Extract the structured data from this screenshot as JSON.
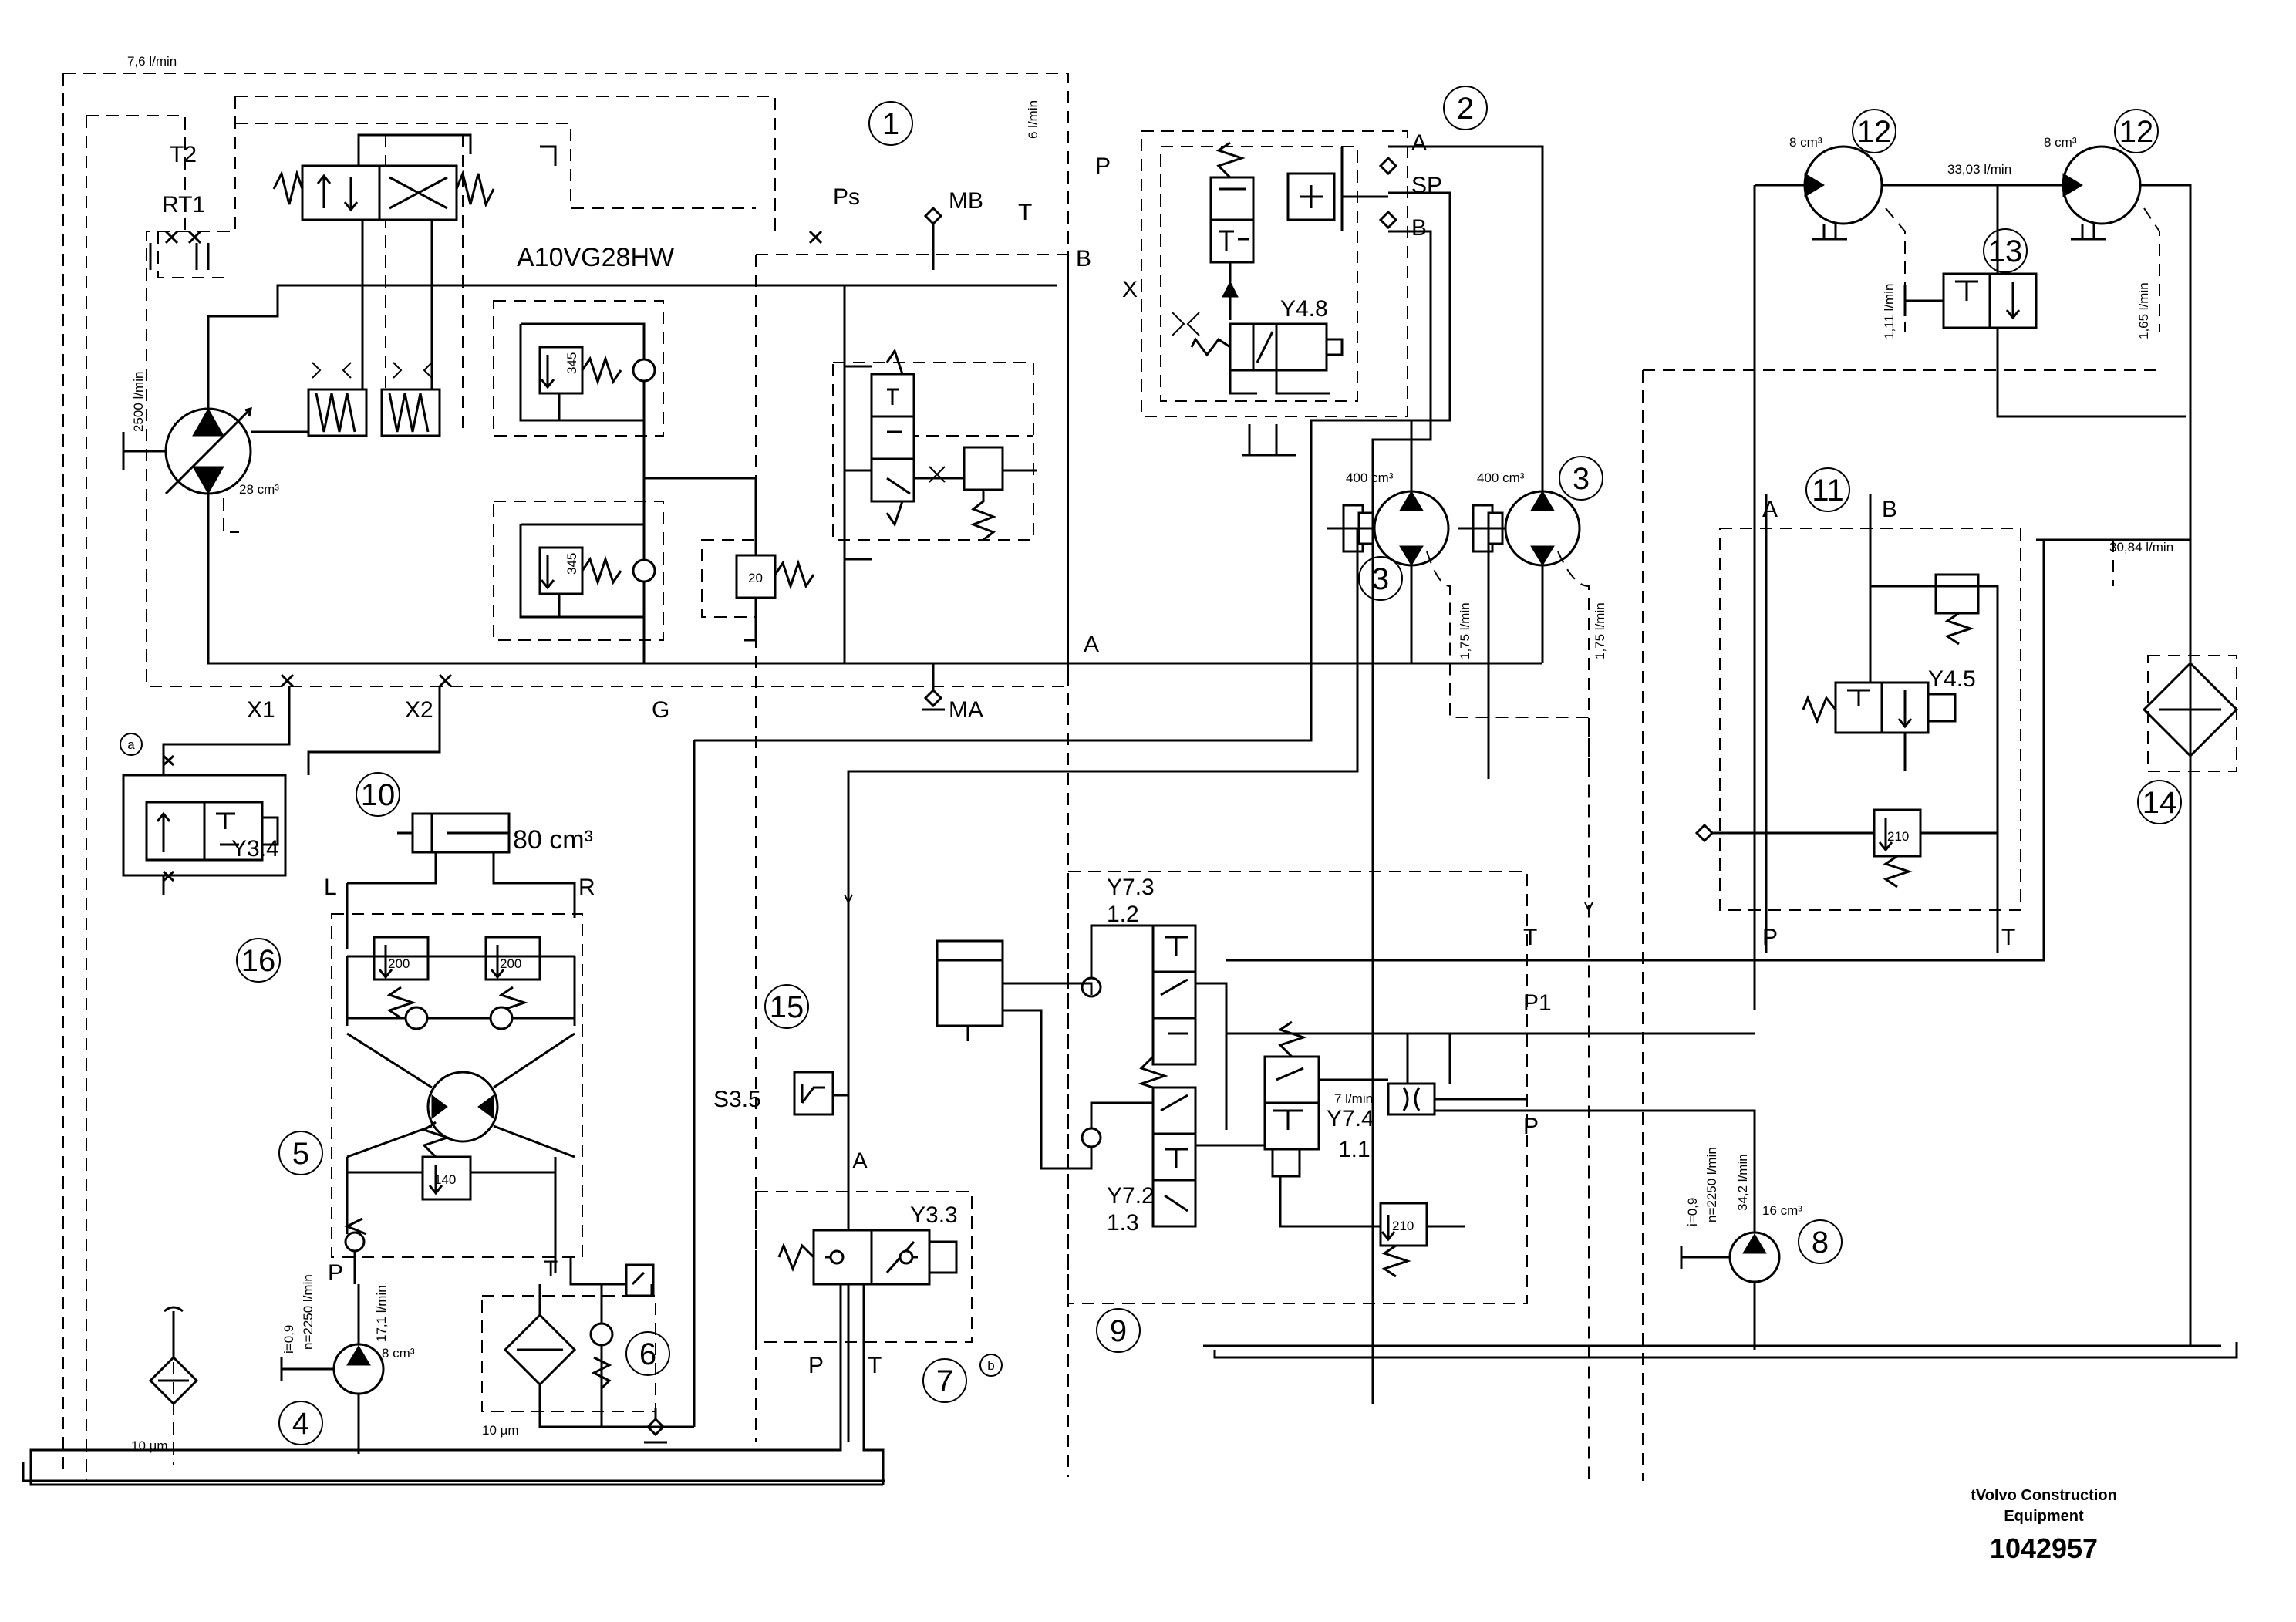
{
  "numbers": [
    "1",
    "2",
    "3",
    "3",
    "4",
    "5",
    "6",
    "7",
    "8",
    "9",
    "10",
    "11",
    "12",
    "12",
    "13",
    "14",
    "15",
    "16"
  ],
  "sub_letters": {
    "a": "a",
    "b": "b"
  },
  "pump_model": "A10VG28HW",
  "ports": {
    "T2": "T2",
    "RT1": "RT1",
    "Ps": "Ps",
    "MB": "MB",
    "T": "T",
    "B": "B",
    "A": "A",
    "P": "P",
    "SP": "SP",
    "X": "X",
    "X1": "X1",
    "X2": "X2",
    "G": "G",
    "MA": "MA",
    "L": "L",
    "R": "R",
    "P1": "P1"
  },
  "solenoids": {
    "Y4_8": "Y4.8",
    "Y3_4": "Y3.4",
    "Y3_3": "Y3.3",
    "Y4_5": "Y4.5",
    "Y7_3": "Y7.3",
    "Y7_2": "Y7.2",
    "Y7_4": "Y7.4",
    "S3_5": "S3.5"
  },
  "valve_positions": {
    "p1_2": "1.2",
    "p1_3": "1.3",
    "p1_1": "1.1"
  },
  "pressures": {
    "p345a": "345",
    "p345b": "345",
    "p20": "20",
    "p200a": "200",
    "p200b": "200",
    "p140": "140",
    "p210a": "210",
    "p210b": "210"
  },
  "flows": {
    "f7_6": "7,6 l/min",
    "f6": "6 l/min",
    "f2500": "2500 l/min",
    "f33": "33,03 l/min",
    "f1_11": "1,11 l/min",
    "f1_65": "1,65 l/min",
    "f1_75a": "1,75 l/min",
    "f1_75b": "1,75 l/min",
    "f30": "30,84 l/min",
    "f7": "7 l/min",
    "f17": "17,1 l/min",
    "f34": "34,2 l/min"
  },
  "pump4": {
    "ratio": "i=0,9",
    "speed": "n=2250 l/min"
  },
  "pump8": {
    "ratio": "i=0,9",
    "speed": "n=2250 l/min"
  },
  "displacements": {
    "d28": "28 cm³",
    "d400a": "400 cm³",
    "d400b": "400 cm³",
    "d8a": "8 cm³",
    "d8b": "8 cm³",
    "d80": "80 cm³",
    "d8c": "8 cm³",
    "d16": "16 cm³"
  },
  "filters": {
    "f10a": "10 µm",
    "f10b": "10 µm"
  },
  "footer": {
    "brand_line1": "tVolvo Construction",
    "brand_line2": "Equipment",
    "doc_number": "1042957"
  }
}
